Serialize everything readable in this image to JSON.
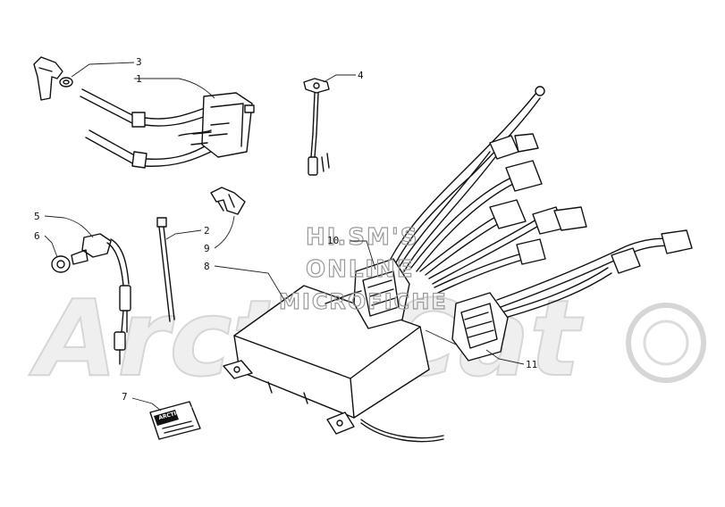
{
  "diagram": {
    "callouts": [
      {
        "id": "callout-1",
        "label": "1"
      },
      {
        "id": "callout-2",
        "label": "2"
      },
      {
        "id": "callout-3",
        "label": "3"
      },
      {
        "id": "callout-4",
        "label": "4"
      },
      {
        "id": "callout-5",
        "label": "5"
      },
      {
        "id": "callout-6",
        "label": "6"
      },
      {
        "id": "callout-7",
        "label": "7"
      },
      {
        "id": "callout-8",
        "label": "8"
      },
      {
        "id": "callout-9",
        "label": "9"
      },
      {
        "id": "callout-10",
        "label": "10"
      },
      {
        "id": "callout-11",
        "label": "11"
      }
    ],
    "decal_text": "ARCTIC CAT"
  },
  "watermark": {
    "line1": "HI.SM'S",
    "line2": "ONLINE",
    "line3": "MICROFICHE",
    "brand": "ArcticCat"
  },
  "colors": {
    "line": "#111111",
    "watermark": "#9a9a9a",
    "brand_fill": "#efefef",
    "background": "#ffffff"
  }
}
